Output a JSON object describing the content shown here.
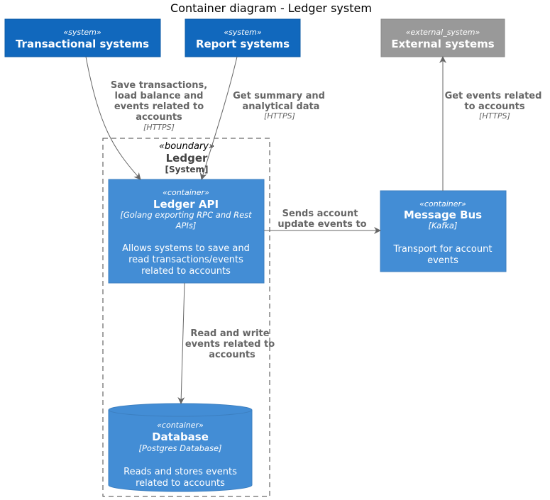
{
  "diagram": {
    "title": "Container diagram - Ledger system"
  },
  "colors": {
    "system_blue": "#1168BD",
    "container_blue": "#438DD5",
    "container_border": "#3C7FC0",
    "external_gray": "#999999",
    "external_border": "#8A8A8A",
    "arrow": "#666666",
    "label_text": "#666666",
    "boundary_border": "#444444"
  },
  "nodes": {
    "transactional": {
      "stereotype": "«system»",
      "name": "Transactional systems"
    },
    "report": {
      "stereotype": "«system»",
      "name": "Report systems"
    },
    "external": {
      "stereotype": "«external_system»",
      "name": "External systems"
    },
    "boundary": {
      "stereotype": "«boundary»",
      "name": "Ledger",
      "type": "[System]"
    },
    "ledger_api": {
      "stereotype": "«container»",
      "name": "Ledger API",
      "tech_line1": "[Golang exporting RPC and Rest",
      "tech_line2": "APIs]",
      "desc_line1": "Allows systems to save and",
      "desc_line2": "read transactions/events",
      "desc_line3": "related to accounts"
    },
    "message_bus": {
      "stereotype": "«container»",
      "name": "Message Bus",
      "tech": "[Kafka]",
      "desc_line1": "Transport for account",
      "desc_line2": "events"
    },
    "database": {
      "stereotype": "«container»",
      "name": "Database",
      "tech": "[Postgres Database]",
      "desc_line1": "Reads and stores events",
      "desc_line2": "related to accounts"
    }
  },
  "edges": {
    "save_tx": {
      "line1": "Save transactions,",
      "line2": "load balance and",
      "line3": "events related to",
      "line4": "accounts",
      "tech": "[HTTPS]"
    },
    "summary": {
      "line1": "Get summary and",
      "line2": "analytical data",
      "tech": "[HTTPS]"
    },
    "get_events": {
      "line1": "Get events related",
      "line2": "to accounts",
      "tech": "[HTTPS]"
    },
    "sends": {
      "line1": "Sends account",
      "line2": "update events to"
    },
    "read_write": {
      "line1": "Read and write",
      "line2": "events related to",
      "line3": "accounts"
    }
  }
}
